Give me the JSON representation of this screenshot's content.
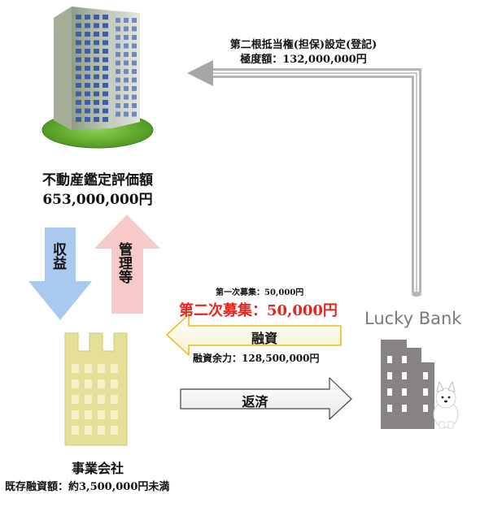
{
  "property": {
    "label": "不動産鑑定評価額",
    "value": "653,000,000円"
  },
  "mortgage": {
    "title": "第二根抵当権(担保)設定(登記)",
    "max_amount": "極度額：132,000,000円"
  },
  "flows": {
    "income": "収益",
    "management": "管理等",
    "financing": "融資",
    "repayment": "返済"
  },
  "recruitment": {
    "first": "第一次募集：50,000円",
    "second": "第二次募集：50,000円",
    "remaining_capacity": "融資余力：128,500,000円"
  },
  "company": {
    "label": "事業会社",
    "existing_loans": "既存融資額：約3,500,000円未満"
  },
  "lender": {
    "logo_text": "Lucky Bank"
  },
  "colors": {
    "accent_red": "#e8251d",
    "income_arrow": "#a9c9ef",
    "management_arrow": "#f7c9c8",
    "financing_border": "#f0c233",
    "building_tan": "#e6df98",
    "bank_gray": "#878283"
  }
}
